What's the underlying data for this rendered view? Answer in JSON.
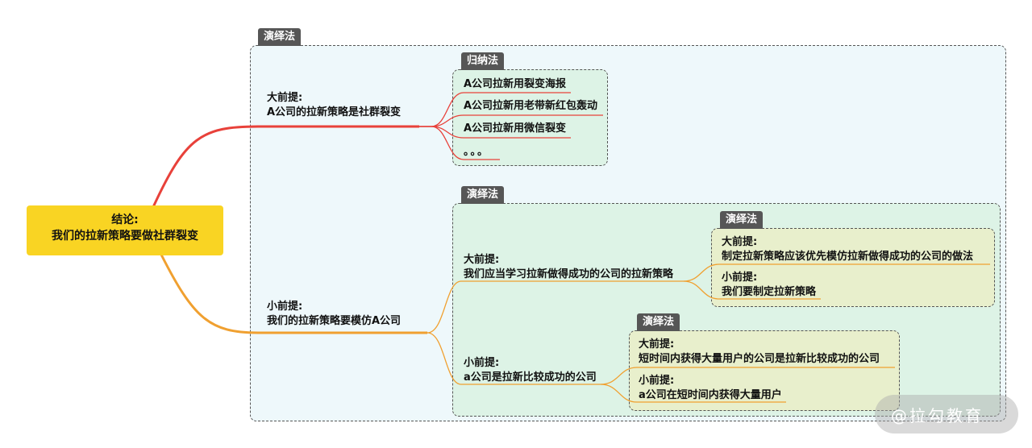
{
  "conclusion": {
    "line1": "结论:",
    "line2": "我们的拉新策略要做社群裂变"
  },
  "outer": {
    "tag": "演绎法",
    "major": {
      "line1": "大前提:",
      "line2": "A公司的拉新策略是社群裂变"
    },
    "minor": {
      "line1": "小前提:",
      "line2": "我们的拉新策略要模仿A公司"
    }
  },
  "induction": {
    "tag": "归纳法",
    "items": [
      "A公司拉新用裂变海报",
      "A公司拉新用老带新红包轰动",
      "A公司拉新用微信裂变",
      "。。。"
    ]
  },
  "deduction2": {
    "tag": "演绎法",
    "major": {
      "line1": "大前提:",
      "line2": "我们应当学习拉新做得成功的公司的拉新策略"
    },
    "minor": {
      "line1": "小前提:",
      "line2": "a公司是拉新比较成功的公司"
    }
  },
  "deduction3": {
    "tag": "演绎法",
    "major": {
      "line1": "大前提:",
      "line2": "制定拉新策略应该优先模仿拉新做得成功的公司的做法"
    },
    "minor": {
      "line1": "小前提:",
      "line2": "我们要制定拉新策略"
    }
  },
  "deduction4": {
    "tag": "演绎法",
    "major": {
      "line1": "大前提:",
      "line2": "短时间内获得大量用户的公司是拉新比较成功的公司"
    },
    "minor": {
      "line1": "小前提:",
      "line2": "a公司在短时间内获得大量用户"
    }
  },
  "watermark": "@拉勾教育",
  "colors": {
    "conclusion": "#f9d423",
    "branch_red": "#e8413a",
    "branch_orange": "#f0a030",
    "outer_bg": "#eef8fb",
    "green_bg": "#ddf3e6",
    "olive_bg": "#e8efcc"
  }
}
